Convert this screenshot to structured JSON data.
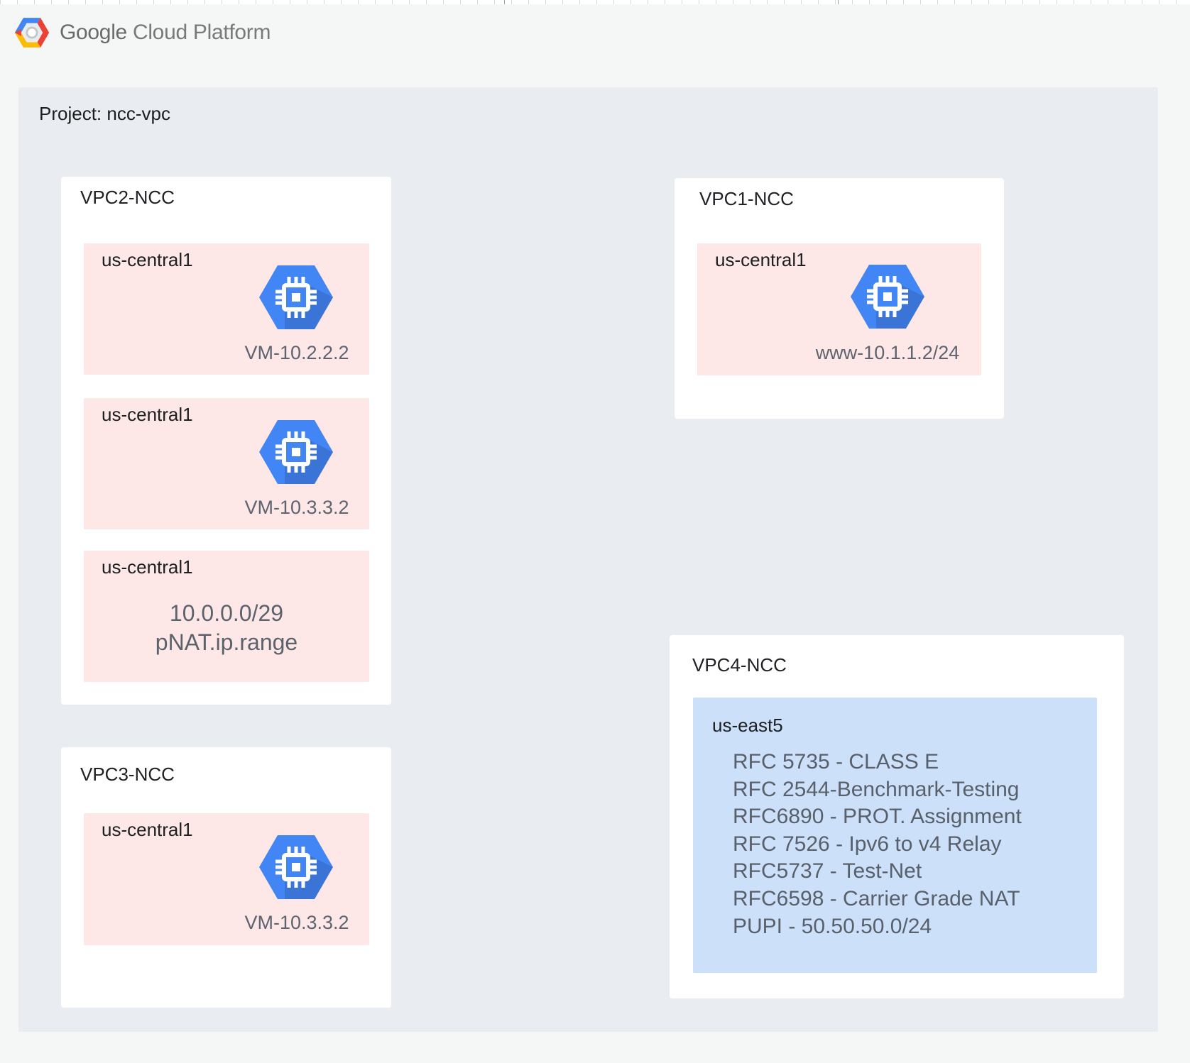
{
  "logo": {
    "google": "Google",
    "cloud_platform": "Cloud Platform"
  },
  "project": {
    "label": "Project: ncc-vpc"
  },
  "vpcs": [
    {
      "title": "VPC2-NCC",
      "regions": [
        {
          "name": "us-central1",
          "vm_label": "VM-10.2.2.2"
        },
        {
          "name": "us-central1",
          "vm_label": "VM-10.3.3.2"
        },
        {
          "name": "us-central1",
          "lines": [
            "10.0.0.0/29",
            "pNAT.ip.range"
          ]
        }
      ]
    },
    {
      "title": "VPC1-NCC",
      "regions": [
        {
          "name": "us-central1",
          "vm_label": "www-10.1.1.2/24"
        }
      ]
    },
    {
      "title": "VPC3-NCC",
      "regions": [
        {
          "name": "us-central1",
          "vm_label": "VM-10.3.3.2"
        }
      ]
    },
    {
      "title": "VPC4-NCC",
      "regions": [
        {
          "name": "us-east5",
          "lines": [
            "RFC 5735 - CLASS E",
            "RFC 2544-Benchmark-Testing",
            "RFC6890 - PROT. Assignment",
            "RFC 7526 - Ipv6 to v4 Relay",
            "RFC5737 - Test-Net",
            "RFC6598 - Carrier Grade NAT",
            "PUPI - 50.50.50.0/24"
          ]
        }
      ]
    }
  ],
  "icons": {
    "vm": "compute-engine-icon",
    "logo_mark": "gcp-hexagon-icon"
  },
  "colors": {
    "page_bg": "#f5f6f6",
    "project_bg": "#e9edf1",
    "region_pink": "#fde8e7",
    "region_blue": "#cce0fa",
    "icon_blue": "#4285f4",
    "logo_red": "#ea4335",
    "logo_yellow": "#fbbc05",
    "text_dark": "#202124",
    "text_gray": "#5c636e"
  }
}
